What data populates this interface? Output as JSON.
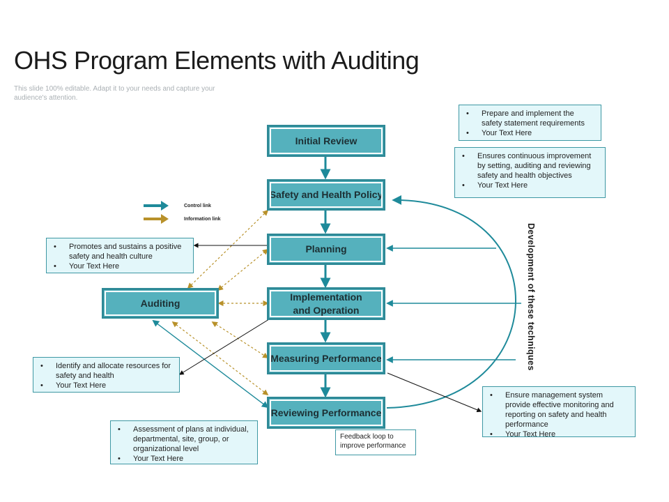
{
  "title": "OHS Program Elements with Auditing",
  "subtitle": "This slide 100% editable. Adapt it to your needs and capture your audience's attention.",
  "legend": {
    "control_label": "Control link",
    "information_label": "Information link"
  },
  "nodes": {
    "initial_review": "Initial Review",
    "policy": "Safety and Health Policy",
    "planning": "Planning",
    "implementation_line1": "Implementation",
    "implementation_line2": "and Operation",
    "measuring": "Measuring Performance",
    "reviewing": "Reviewing Performance",
    "auditing": "Auditing"
  },
  "side_label": "Development of these techniques",
  "feedback_label": "Feedback loop to improve performance",
  "notes": {
    "top_right_1": [
      "Prepare and implement the safety statement requirements",
      "Your Text Here"
    ],
    "top_right_2": [
      "Ensures continuous improvement by setting, auditing and reviewing safety and health objectives",
      "Your Text Here"
    ],
    "left_top": [
      "Promotes and sustains  a positive safety and health culture",
      "Your Text Here"
    ],
    "left_middle": [
      "Identify and allocate resources for safety and health",
      "Your Text Here"
    ],
    "bottom_left": [
      "Assessment of plans at individual, departmental,  site, group, or organizational  level",
      "Your Text Here"
    ],
    "bottom_right": [
      "Ensure management system provide effective monitoring and reporting on safety and health performance",
      "Your Text Here"
    ]
  },
  "colors": {
    "control_link": "#1e8a9a",
    "information_link": "#b8912a",
    "node_fill": "#55b1bd",
    "note_fill": "#e3f7fa"
  }
}
